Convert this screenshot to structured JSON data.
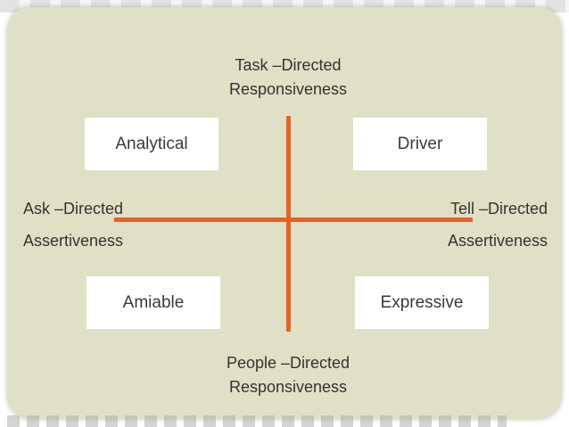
{
  "diagram": {
    "axes": {
      "top": [
        "Task –Directed",
        "Responsiveness"
      ],
      "bottom": [
        "People –Directed",
        "Responsiveness"
      ],
      "left": [
        "Ask –Directed",
        "Assertiveness"
      ],
      "right": [
        "Tell –Directed",
        "Assertiveness"
      ]
    },
    "quadrants": {
      "top_left": "Analytical",
      "top_right": "Driver",
      "bottom_left": "Amiable",
      "bottom_right": "Expressive"
    },
    "colors": {
      "background": "#e0e0c6",
      "axis": "#e2632c",
      "box": "#ffffff"
    }
  }
}
